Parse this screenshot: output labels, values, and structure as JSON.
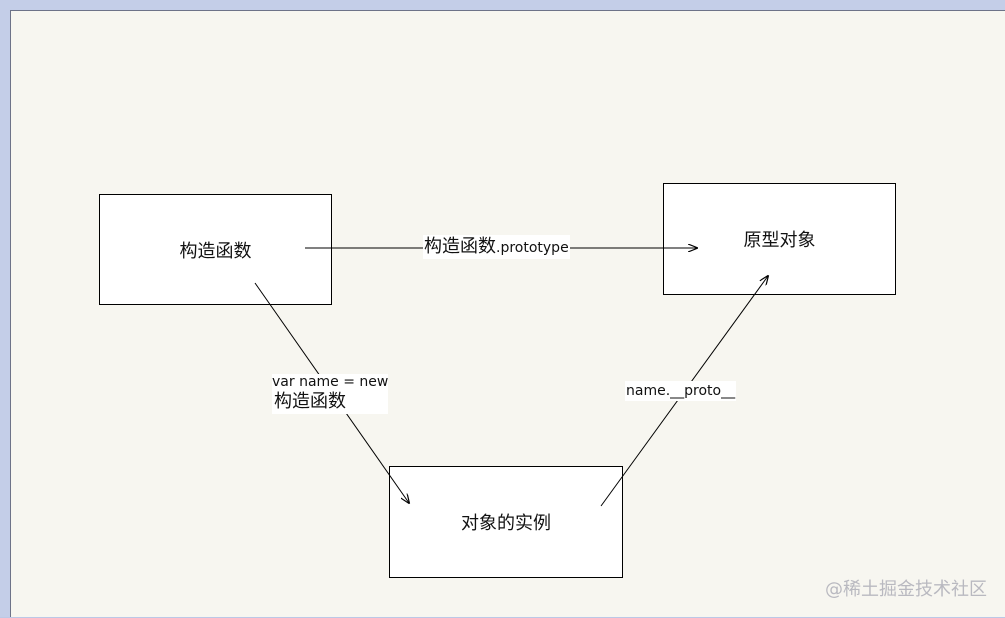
{
  "nodes": {
    "constructor": "构造函数",
    "prototype_object": "原型对象",
    "instance": "对象的实例"
  },
  "edges": {
    "prototype_label_cn": "构造函数",
    "prototype_label_en": ".prototype",
    "new_label_line1": "var name = new",
    "new_label_line2": "构造函数",
    "proto_label": "name.__proto__"
  },
  "watermark": "@稀土掘金技术社区"
}
